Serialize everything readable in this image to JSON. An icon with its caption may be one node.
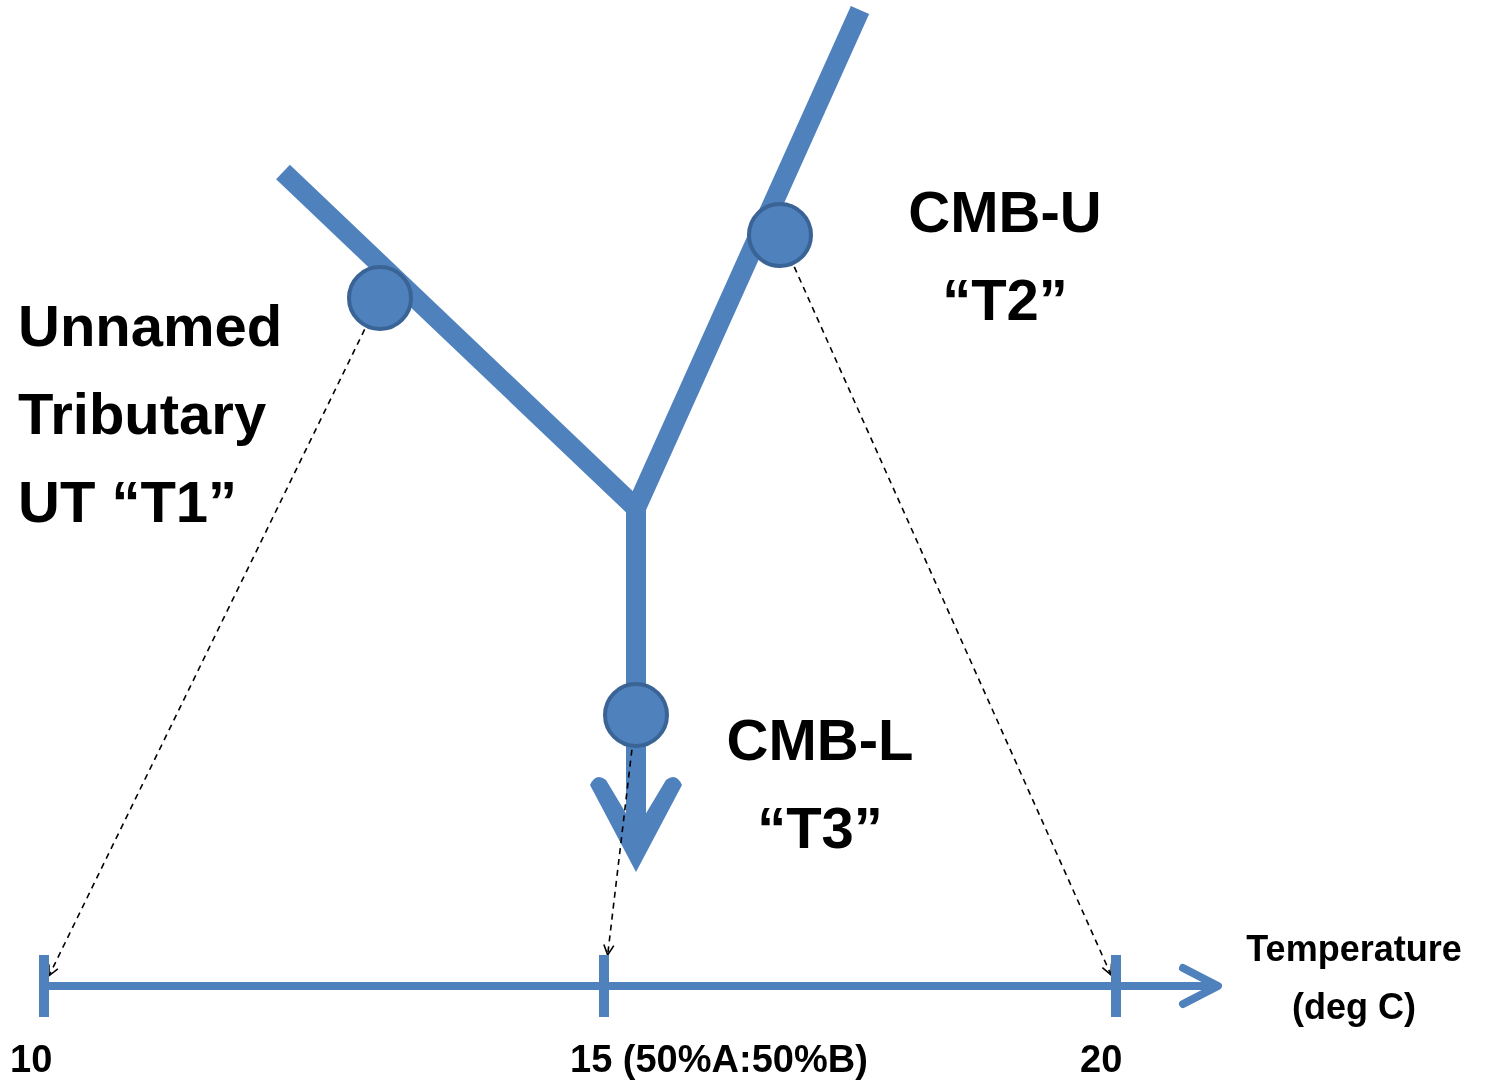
{
  "diagram": {
    "nodes": [
      {
        "text": [],
        "shape": "circle",
        "beside": [
          "Unnamed Tributary UT “T1”"
        ]
      },
      {
        "text": [],
        "shape": "circle",
        "beside": [
          "CMB-U “T2”"
        ]
      },
      {
        "text": [],
        "shape": "circle",
        "beside": [
          "CMB-L “T3”"
        ]
      },
      {
        "text": [],
        "shape": "bar",
        "beside": [
          "10"
        ]
      },
      {
        "text": [],
        "shape": "bar",
        "beside": [
          "15 (50%A:50%B)"
        ]
      },
      {
        "text": [],
        "shape": "bar",
        "beside": [
          "20"
        ]
      }
    ],
    "edges": [
      {
        "from": 0,
        "to": 3,
        "arrow": "to",
        "style": "dashed"
      },
      {
        "from": 2,
        "to": 4,
        "arrow": "to",
        "style": "dashed"
      },
      {
        "from": 1,
        "to": 5,
        "arrow": "to",
        "style": "dashed"
      }
    ],
    "labels": [
      "Temperature (deg C)"
    ]
  }
}
